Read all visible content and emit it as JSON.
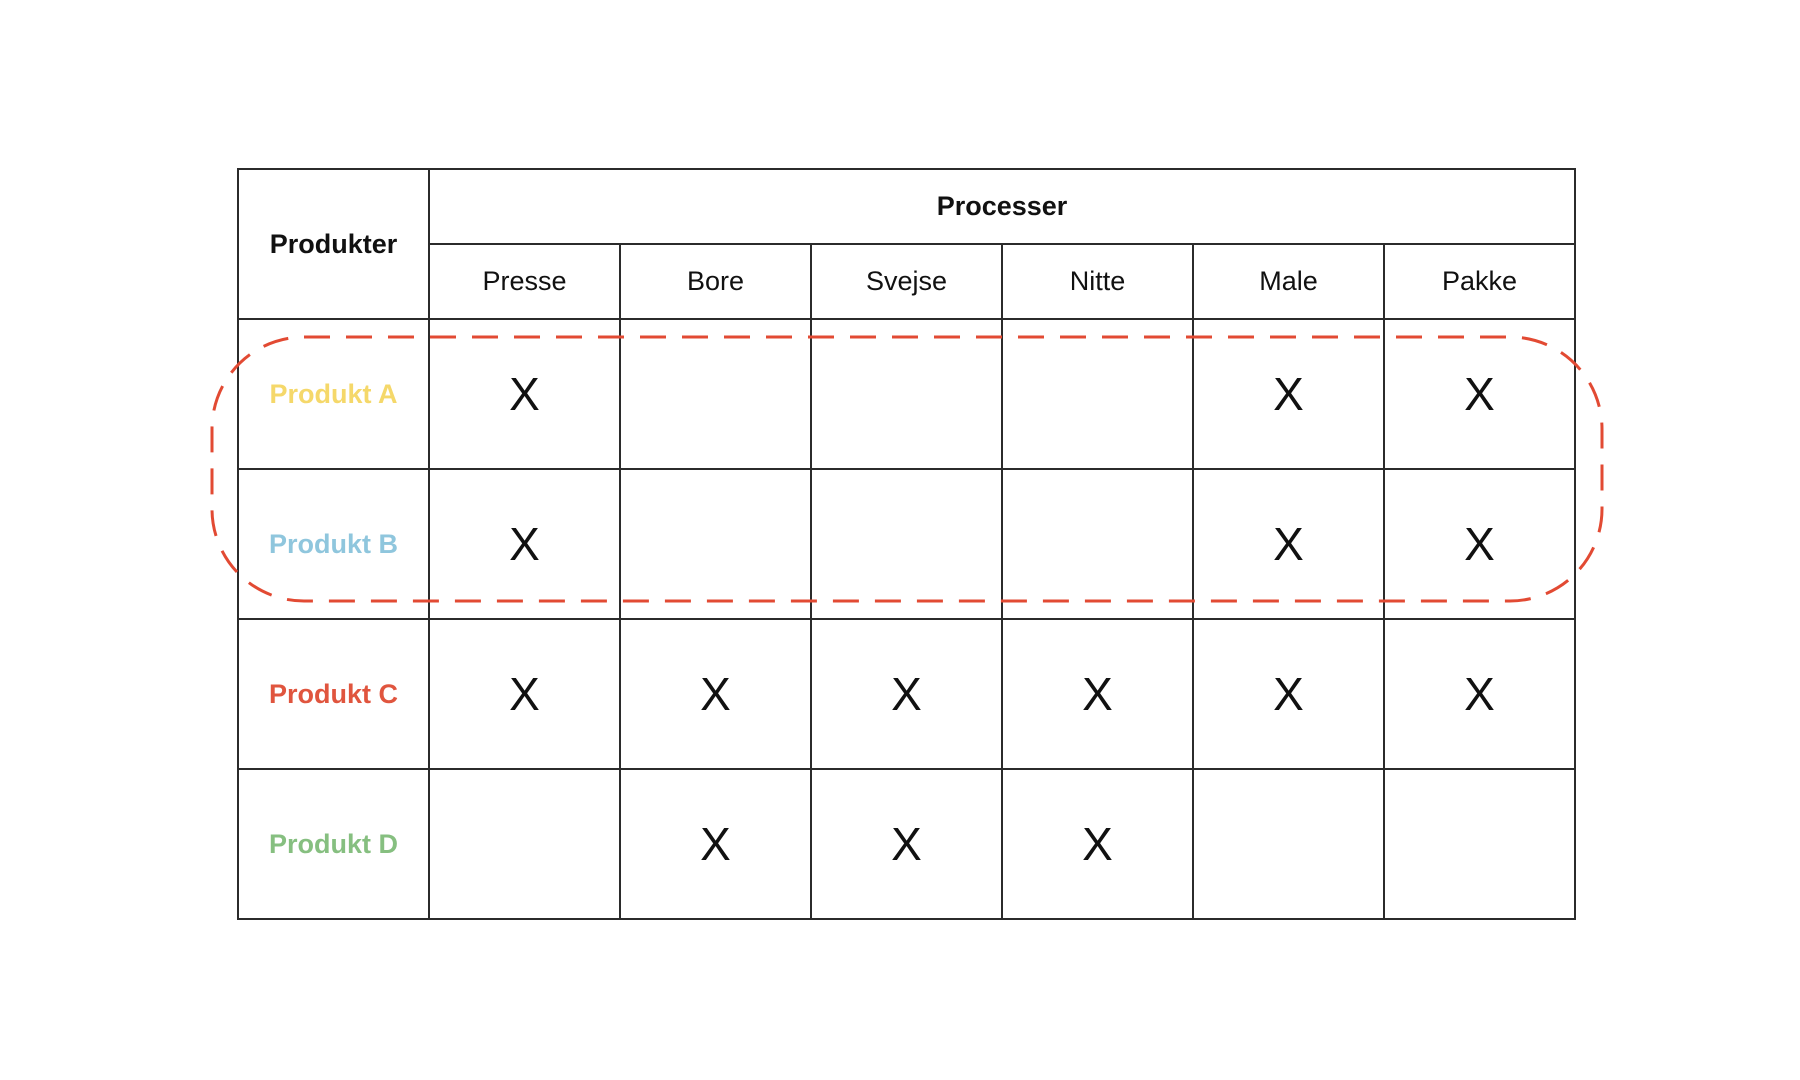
{
  "table": {
    "corner_header": "Produkter",
    "group_header": "Processer",
    "processes": [
      "Presse",
      "Bore",
      "Svejse",
      "Nitte",
      "Male",
      "Pakke"
    ],
    "mark": "X",
    "products": [
      {
        "name": "Produkt A",
        "color": "#f5d86a",
        "marks": [
          true,
          false,
          false,
          false,
          true,
          true
        ]
      },
      {
        "name": "Produkt B",
        "color": "#8fc6dd",
        "marks": [
          true,
          false,
          false,
          false,
          true,
          true
        ]
      },
      {
        "name": "Produkt C",
        "color": "#e0553e",
        "marks": [
          true,
          true,
          true,
          true,
          true,
          true
        ]
      },
      {
        "name": "Produkt D",
        "color": "#86bf80",
        "marks": [
          false,
          true,
          true,
          true,
          false,
          false
        ]
      }
    ]
  },
  "highlight": {
    "color": "#e24a33",
    "style": "dashed",
    "groups": [
      "Produkt A",
      "Produkt B"
    ]
  }
}
